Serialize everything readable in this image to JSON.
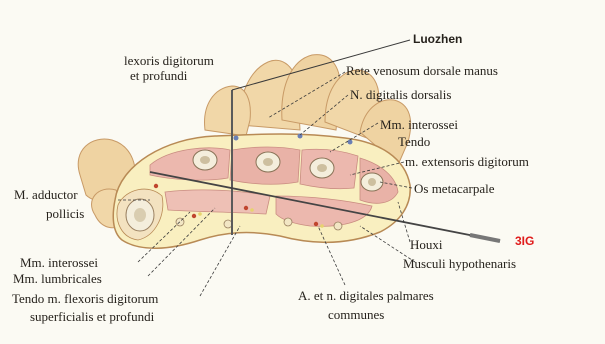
{
  "labels": {
    "luozhen": "Luozhen",
    "flexor_profundi_1": "lexoris digitorum",
    "flexor_profundi_2": "et profundi",
    "rete_venosum": "Rete venosum dorsale manus",
    "n_digitalis_dorsalis": "N. digitalis dorsalis",
    "mm_interossei_top": "Mm. interossei",
    "tendo_extensor_1": "Tendo",
    "tendo_extensor_2": "m. extensoris digitorum",
    "os_metacarpale": "Os metacarpale",
    "adductor_1": "M. adductor",
    "adductor_2": "pollicis",
    "mm_interossei_bottom": "Mm. interossei",
    "mm_lumbricales": "Mm. lumbricales",
    "tendo_flexor_1": "Tendo m. flexoris digitorum",
    "tendo_flexor_2": "superficialis et profundi",
    "a_n_digitales_1": "A. et n.  digitales palmares",
    "a_n_digitales_2": "communes",
    "houxi": "Houxi",
    "musculi_hypothenaris": "Musculi hypothenaris",
    "sanjian": "3IG"
  },
  "colors": {
    "skin": "#f1d7a8",
    "skin_shadow": "#dfb47e",
    "fat": "#f9efc0",
    "muscle": "#ecb8ae",
    "bone": "#f4eedc",
    "red_label": "#e01b1b"
  }
}
